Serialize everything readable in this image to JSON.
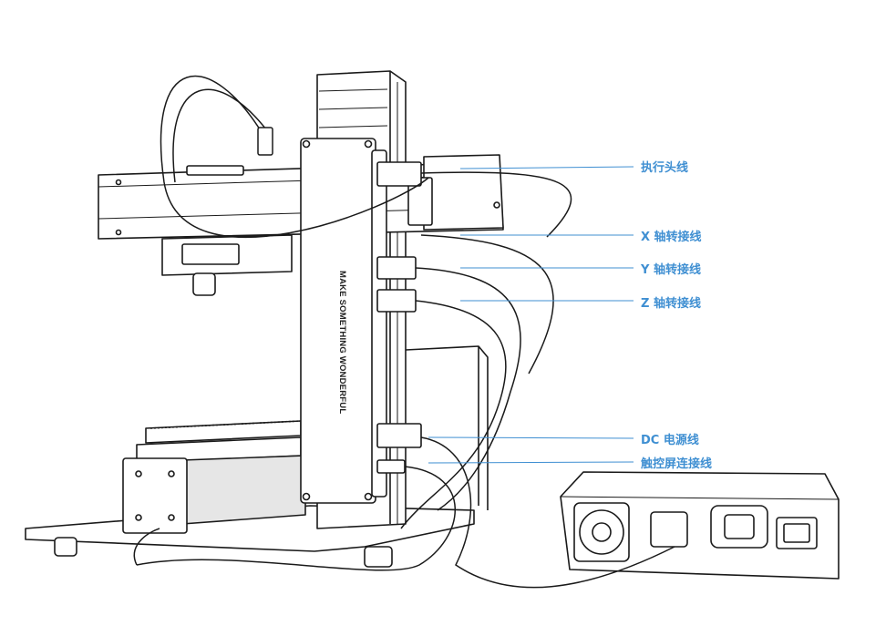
{
  "labels": {
    "toolhead": "执行头线",
    "x_axis": "X 轴转接线",
    "y_axis": "Y 轴转接线",
    "z_axis": "Z 轴转接线",
    "dc_power": "DC 电源线",
    "touchscreen": "触控屏连接线"
  },
  "printer_text": "MAKE SOMETHING WONDERFUL",
  "colors": {
    "callout": "#3f8fd2",
    "outline": "#1a1a1a",
    "fill": "#ffffff",
    "shade": "#d9d9d9"
  }
}
